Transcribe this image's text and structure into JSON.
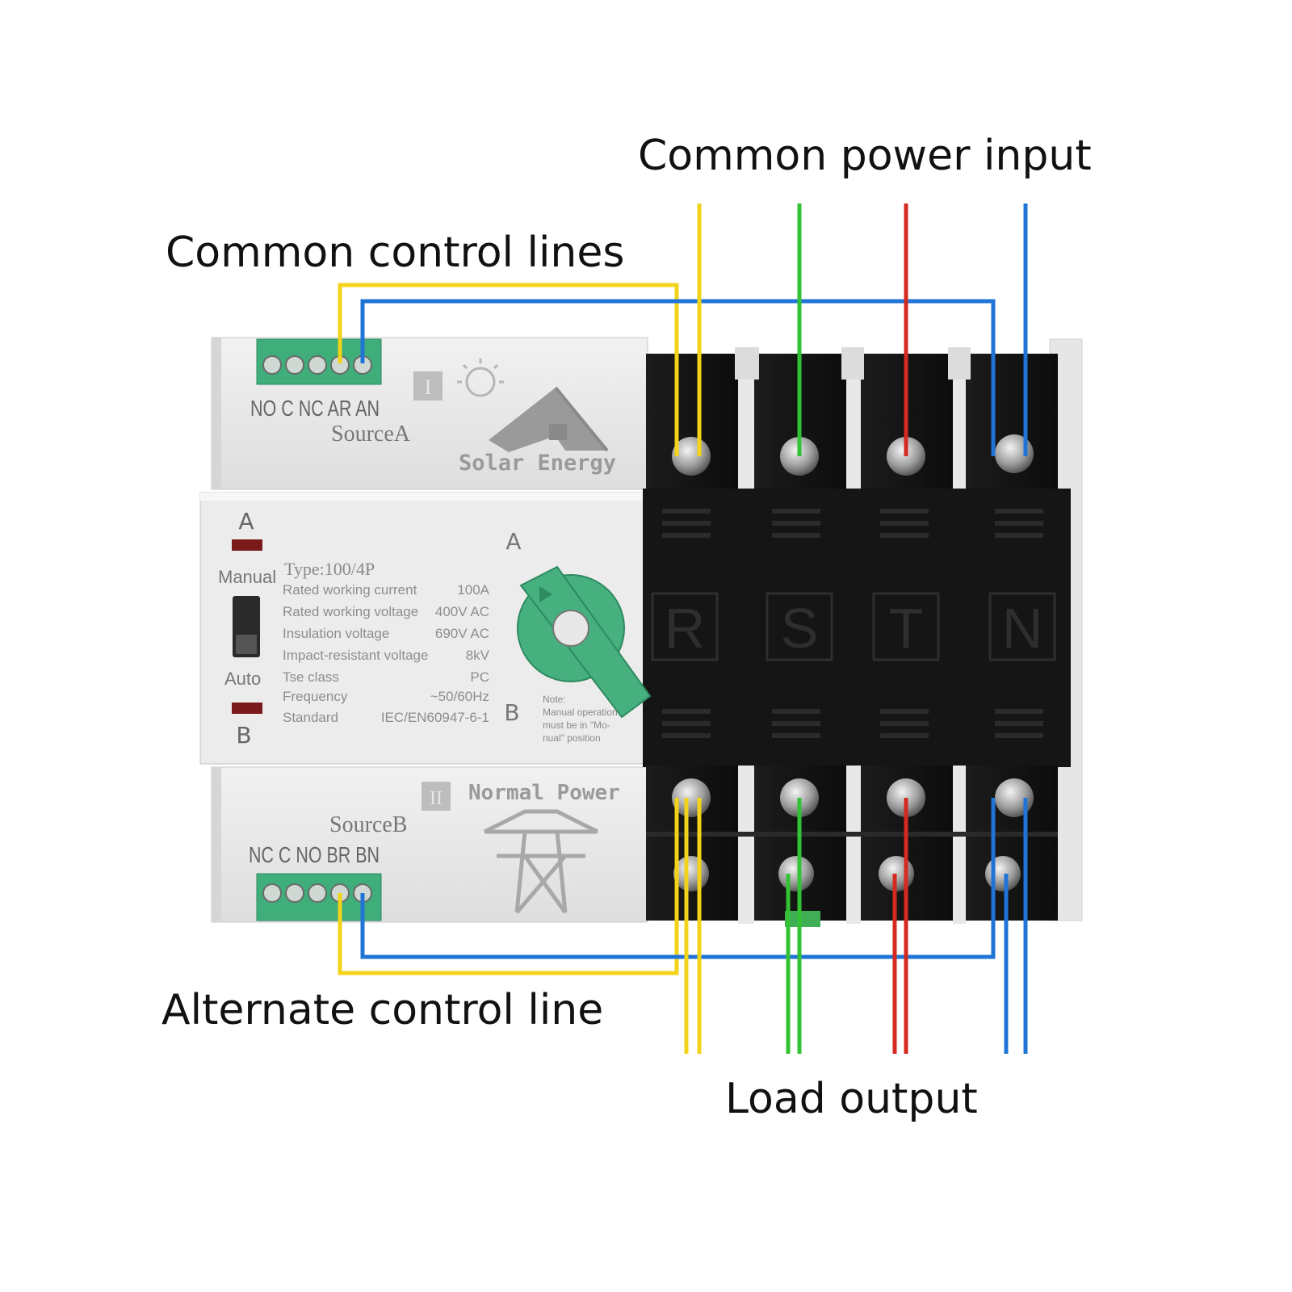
{
  "callouts": {
    "common_power_input": "Common power input",
    "common_control_lines": "Common control lines",
    "alternate_control_line": "Alternate control line",
    "load_output": "Load output"
  },
  "source_a": {
    "terminal_labels": "NO C NC AR AN",
    "name": "SourceA",
    "roman": "I",
    "brand": "Solar Energy"
  },
  "source_b": {
    "terminal_labels": "NC C NO BR BN",
    "name": "SourceB",
    "roman": "II",
    "brand": "Normal Power"
  },
  "panel": {
    "indicator_a": "A",
    "indicator_b": "B",
    "mode_manual": "Manual",
    "mode_auto": "Auto",
    "knob_pos_a": "A",
    "knob_pos_b": "B",
    "type": "Type:100/4P",
    "specs": [
      {
        "label": "Rated working current",
        "value": "100A"
      },
      {
        "label": "Rated working voltage",
        "value": "400V AC"
      },
      {
        "label": "Insulation voltage",
        "value": "690V AC"
      },
      {
        "label": "Impact-resistant voltage",
        "value": "8kV"
      },
      {
        "label": "Tse class",
        "value": "PC"
      },
      {
        "label": "Frequency",
        "value": "~50/60Hz"
      },
      {
        "label": "Standard",
        "value": "IEC/EN60947-6-1"
      }
    ],
    "note_lines": [
      "Note:",
      "Manual operation",
      "must be in \"Mo-",
      "nual\" position"
    ]
  },
  "poles": [
    "R",
    "S",
    "T",
    "N"
  ],
  "colors": {
    "wire_yellow": "#f2d31b",
    "wire_green": "#33c233",
    "wire_red": "#d42a20",
    "wire_blue": "#1f74d6",
    "body_white": "#e9e9e9",
    "block_black": "#141414",
    "terminal_green": "#3fae7a",
    "knob_green": "#46b07f"
  }
}
